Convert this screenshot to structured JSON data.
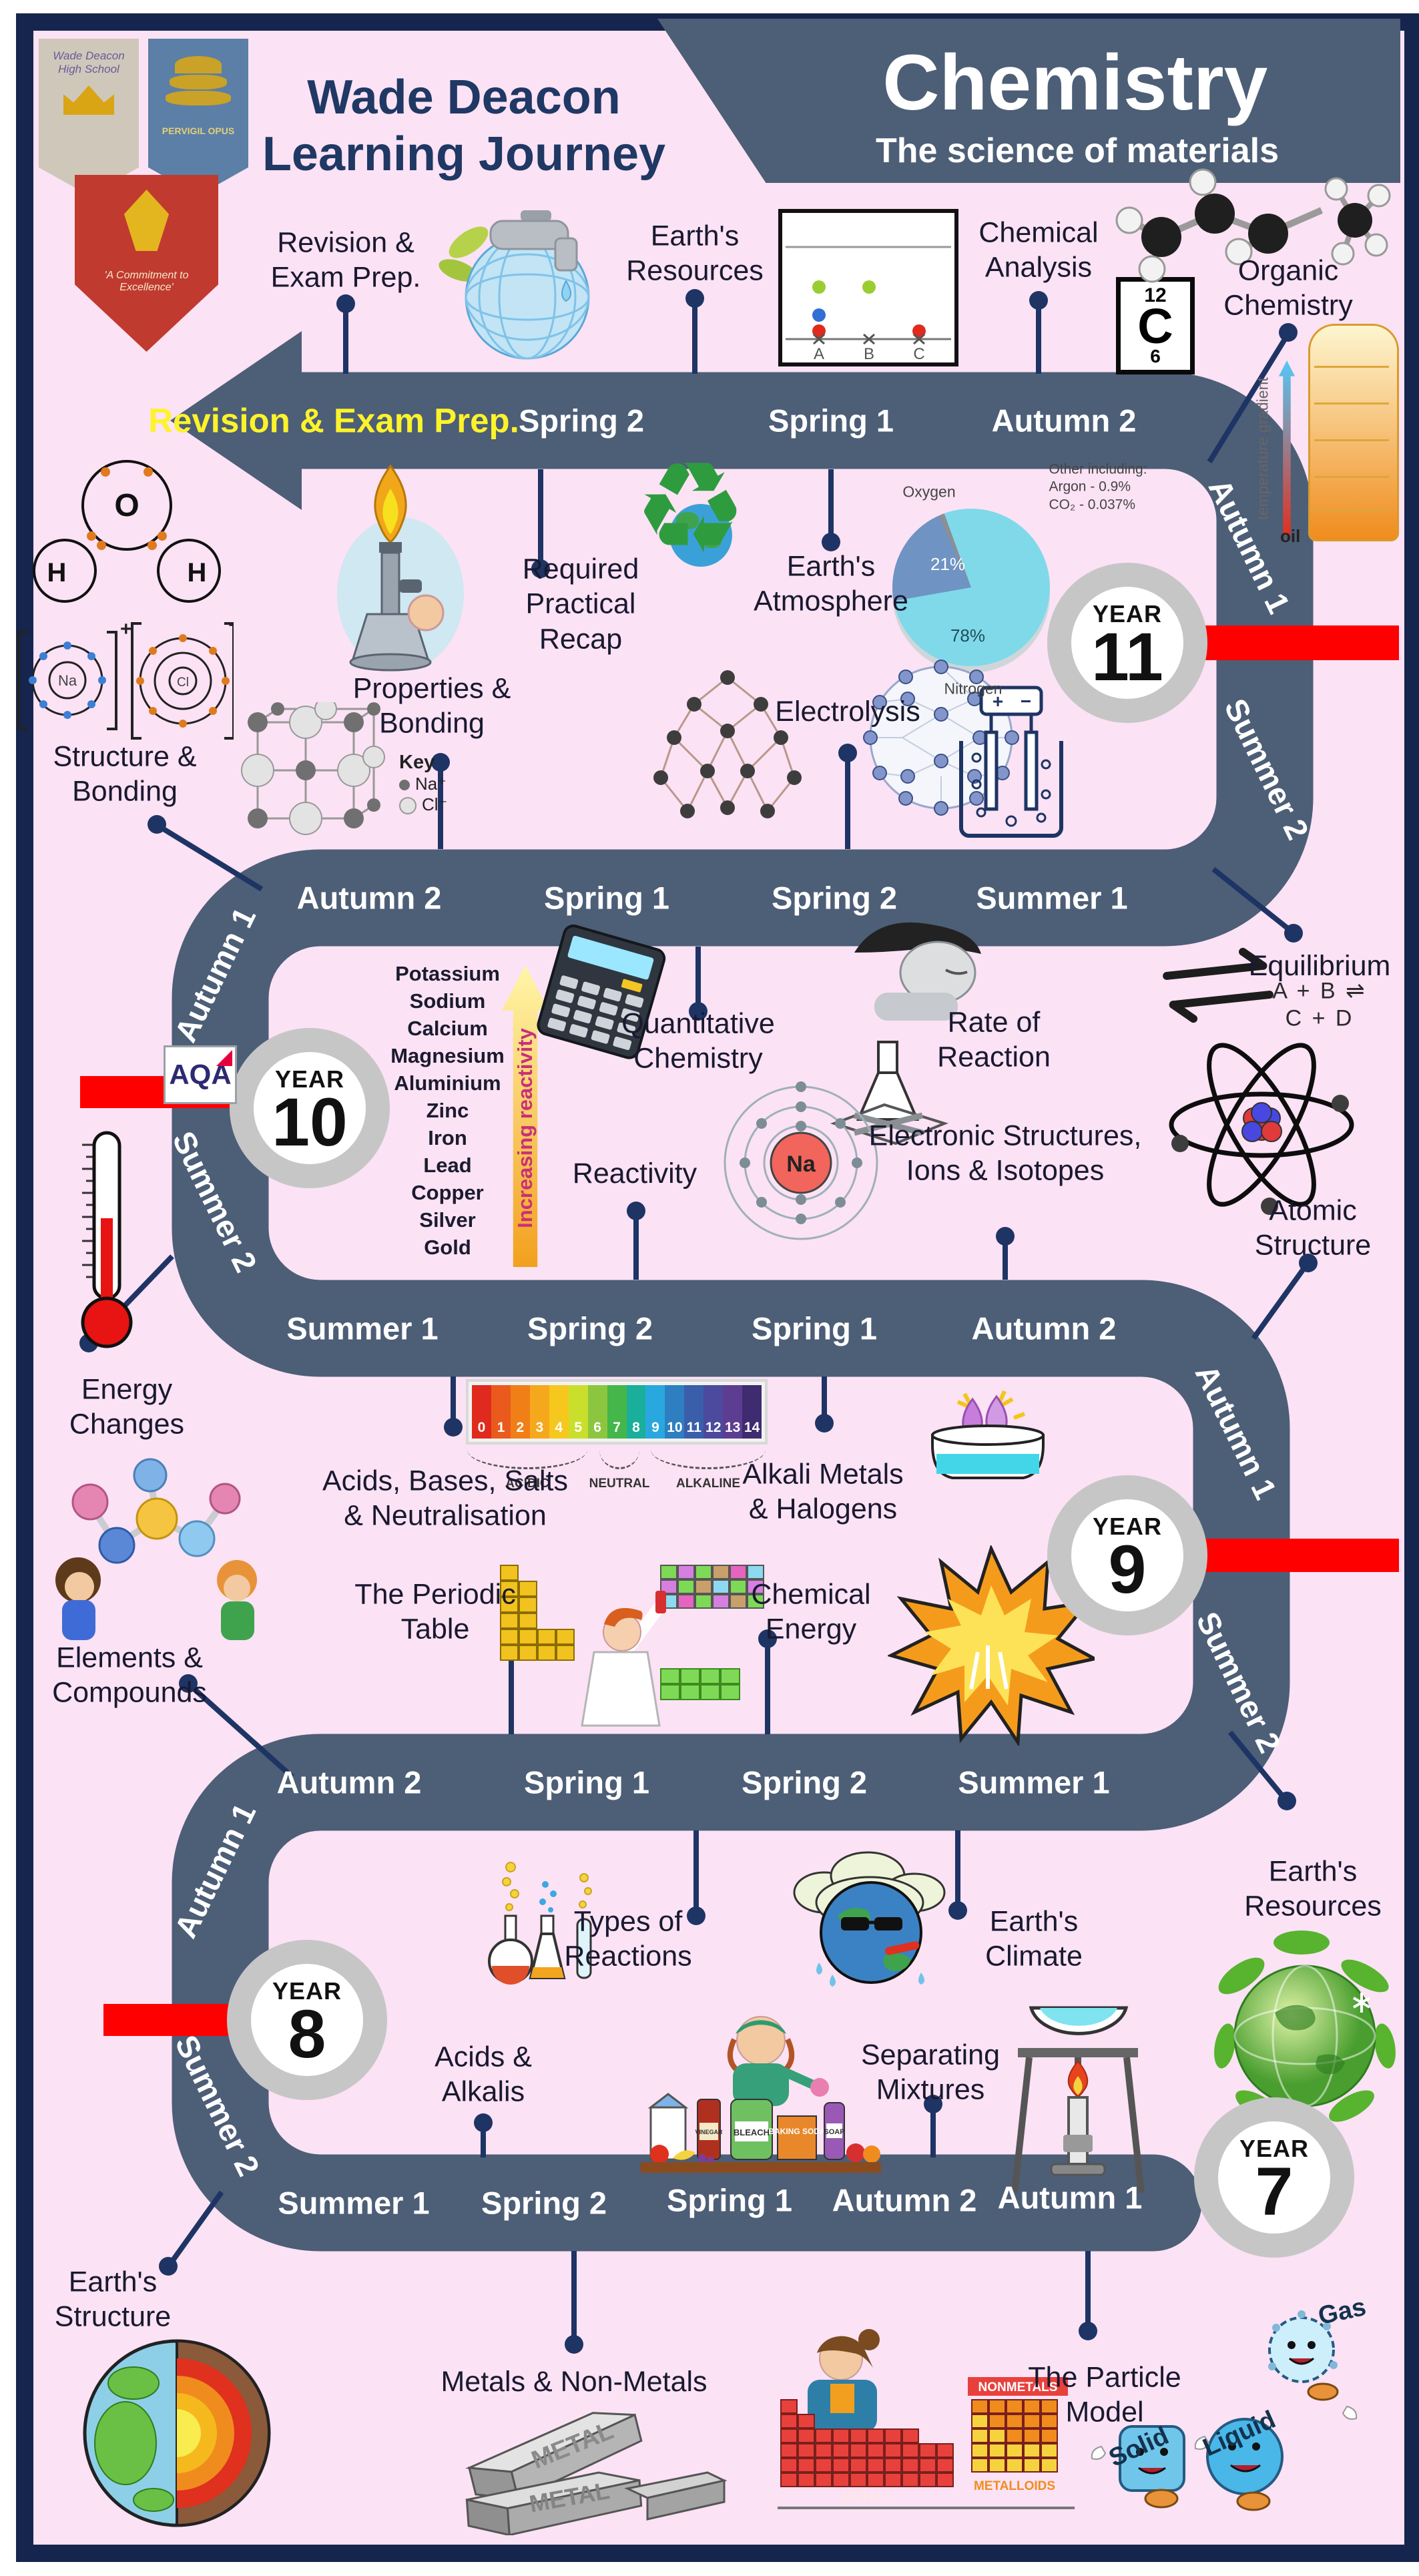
{
  "colors": {
    "background": "#fbe2f4",
    "road": "#4d5e77",
    "frame_navy": "#16254d",
    "text_navy": "#1f3864",
    "exit_yellow": "#fdf32a",
    "marker_red": "#fe0000",
    "year_ring_gray": "#c6c6c6"
  },
  "header": {
    "title_line1": "Wade Deacon",
    "title_line2": "Learning Journey",
    "subject": "Chemistry",
    "subtitle": "The science of materials",
    "crests": {
      "school": "Wade Deacon\nHigh School",
      "motto_banner": "PERVIGIL OPUS",
      "shield_motto": "'A Commitment to\nExcellence'"
    }
  },
  "exam_board": "AQA",
  "road": {
    "exit_label": "Revision & Exam Prep.",
    "band_a": [
      "Spring 2",
      "Spring 1",
      "Autumn 2"
    ],
    "vert_r1": [
      "Autumn 1",
      "Summer 2"
    ],
    "band_b": [
      "Autumn 2",
      "Spring 1",
      "Spring 2",
      "Summer 1"
    ],
    "vert_l1": [
      "Autumn 1",
      "Summer 2"
    ],
    "band_c": [
      "Summer 1",
      "Spring 2",
      "Spring 1",
      "Autumn 2"
    ],
    "vert_r2": [
      "Autumn 1",
      "Summer 2"
    ],
    "band_d": [
      "Autumn 2",
      "Spring 1",
      "Spring 2",
      "Summer 1"
    ],
    "vert_l2": [
      "Autumn 1",
      "Summer 2"
    ],
    "band_e": [
      "Summer 1",
      "Spring 2",
      "Spring 1",
      "Autumn 2",
      "Autumn 1"
    ]
  },
  "years": {
    "y11": {
      "caption": "YEAR",
      "number": "11"
    },
    "y10": {
      "caption": "YEAR",
      "number": "10"
    },
    "y9": {
      "caption": "YEAR",
      "number": "9"
    },
    "y8": {
      "caption": "YEAR",
      "number": "8"
    },
    "y7": {
      "caption": "YEAR",
      "number": "7"
    }
  },
  "topics": {
    "revision_exam_prep": "Revision &\nExam Prep.",
    "earths_resources_top": "Earth's\nResources",
    "chemical_analysis": "Chemical\nAnalysis",
    "organic_chemistry": "Organic\nChemistry",
    "required_practical_recap": "Required\nPractical\nRecap",
    "earths_atmosphere": "Earth's\nAtmosphere",
    "electrolysis": "Electrolysis",
    "structure_bonding": "Structure &\nBonding",
    "properties_bonding": "Properties &\nBonding",
    "quantitative_chemistry": "Quantitative\nChemistry",
    "rate_of_reaction": "Rate of\nReaction",
    "equilibrium": "Equilibrium",
    "electronic_structures": "Electronic Structures,\nIons & Isotopes",
    "atomic_structure": "Atomic\nStructure",
    "reactivity": "Reactivity",
    "energy_changes": "Energy\nChanges",
    "acids_bases_salts": "Acids, Bases, Salts\n& Neutralisation",
    "alkali_metals": "Alkali Metals\n& Halogens",
    "elements_compounds": "Elements &\nCompounds",
    "periodic_table": "The Periodic\nTable",
    "chemical_energy": "Chemical\nEnergy",
    "types_of_reactions": "Types of\nReactions",
    "earths_climate": "Earth's\nClimate",
    "earths_resources_right": "Earth's\nResources",
    "acids_alkalis": "Acids &\nAlkalis",
    "separating_mixtures": "Separating\nMixtures",
    "earths_structure": "Earth's\nStructure",
    "metals_non_metals": "Metals & Non-Metals",
    "particle_model": "The Particle\nModel"
  },
  "equilibrium_equation": "A + B ⇌ C + D",
  "reactivity": {
    "metals": [
      "Potassium",
      "Sodium",
      "Calcium",
      "Magnesium",
      "Aluminium",
      "Zinc",
      "Iron",
      "Lead",
      "Copper",
      "Silver",
      "Gold"
    ],
    "arrow": "Increasing reactivity"
  },
  "ph": {
    "numbers": [
      "0",
      "1",
      "2",
      "3",
      "4",
      "5",
      "6",
      "7",
      "8",
      "9",
      "10",
      "11",
      "12",
      "13",
      "14"
    ],
    "colors": [
      "#e02a1e",
      "#ea5a1c",
      "#f07f18",
      "#f6a81c",
      "#f6c81e",
      "#cadf2c",
      "#8cc63f",
      "#45b649",
      "#1aaf9a",
      "#29a8df",
      "#2d7fc1",
      "#3b5eab",
      "#4b4a9e",
      "#5d3d91",
      "#3f2b70"
    ],
    "acidic": "ACIDIC",
    "neutral": "NEUTRAL",
    "alkaline": "ALKALINE"
  },
  "atmosphere": {
    "oxygen_label": "Oxygen",
    "other_label": "Other including:\nArgon - 0.9%\nCO₂ - 0.037%",
    "oxygen_pct": "21%",
    "nitrogen_pct": "78%",
    "nitrogen_label": "Nitrogen"
  },
  "chart_data": {
    "type": "pie",
    "title": "Earth's Atmosphere",
    "categories": [
      "Nitrogen",
      "Oxygen",
      "Other (including Argon 0.9%, CO₂ 0.037%)"
    ],
    "values": [
      78,
      21,
      1
    ],
    "legend_position": "callout-labels"
  },
  "chromatography": {
    "lanes": [
      "A",
      "B",
      "C"
    ]
  },
  "carbon_tile": {
    "mass": "12",
    "symbol": "C",
    "number": "6"
  },
  "distillation": {
    "gradient": "temperature gradient",
    "oil": "oil"
  },
  "water_molecule": {
    "o": "O",
    "h1": "H",
    "h2": "H"
  },
  "ionic": {
    "na": "Na",
    "cl": "Cl",
    "plus": "+",
    "minus": "−"
  },
  "lattice_key": {
    "title": "Key",
    "na": "Na⁺",
    "cl": "Cl⁻"
  },
  "na_atom": "Na",
  "battery": {
    "plus": "+",
    "minus": "−"
  },
  "periodic_regions": {
    "metals": "METALS",
    "metalloids": "METALLOIDS",
    "nonmetals": "NONMETALS"
  },
  "ingot_label": "METAL",
  "states": {
    "solid": "Solid",
    "liquid": "Liquid",
    "gas": "Gas"
  },
  "grocery_labels": {
    "bleach": "BLEACH",
    "soap": "SOAP",
    "baking_soda": "BAKING\nSODA",
    "vinegar": "VINEGAR"
  }
}
